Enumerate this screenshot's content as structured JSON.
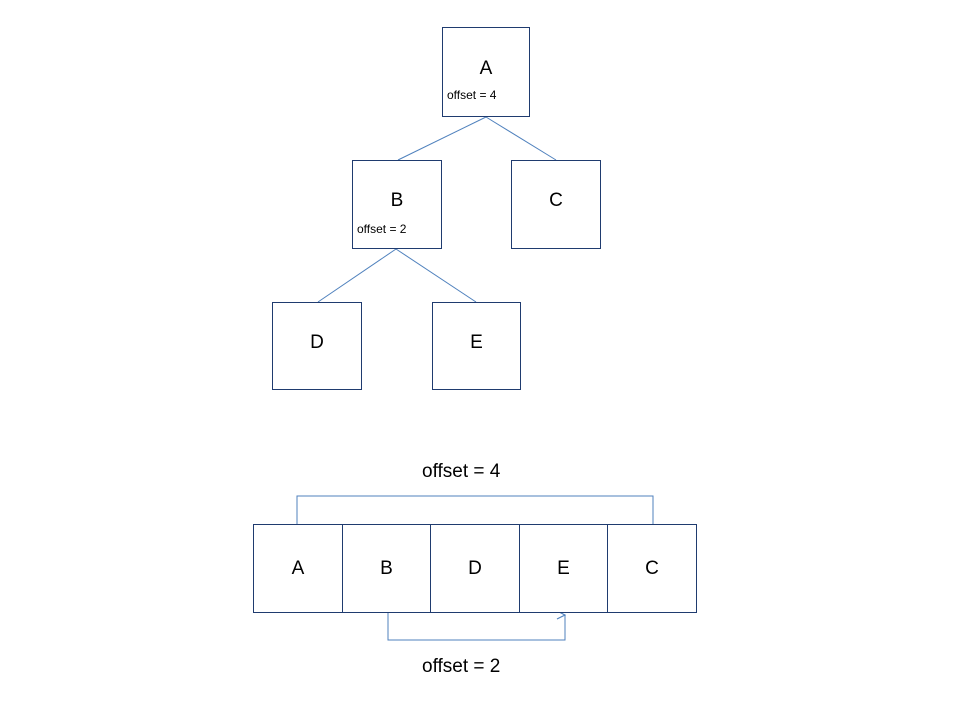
{
  "tree": {
    "nodes": [
      {
        "id": "A",
        "label": "A",
        "note": "offset = 4"
      },
      {
        "id": "B",
        "label": "B",
        "note": "offset = 2"
      },
      {
        "id": "C",
        "label": "C",
        "note": ""
      },
      {
        "id": "D",
        "label": "D",
        "note": ""
      },
      {
        "id": "E",
        "label": "E",
        "note": ""
      }
    ]
  },
  "array": {
    "cells": [
      "A",
      "B",
      "D",
      "E",
      "C"
    ],
    "top_offset_label": "offset = 4",
    "bottom_offset_label": "offset = 2"
  },
  "colors": {
    "box_border": "#1f3b6f",
    "connector": "#4f81bd"
  }
}
